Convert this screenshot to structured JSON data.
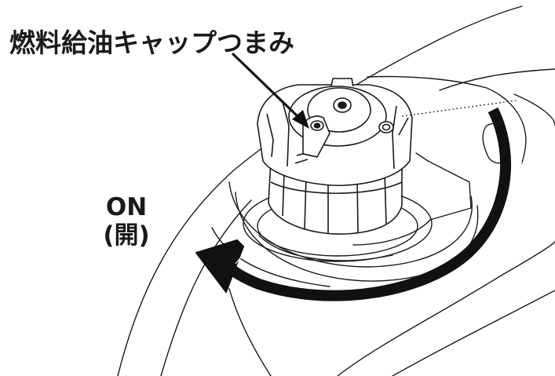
{
  "callout": {
    "label": "燃料給油キャップつまみ"
  },
  "rotation": {
    "state_label": "ON",
    "state_sub_label": "(開)"
  },
  "colors": {
    "line": "#1a1a1a",
    "fill": "#ffffff",
    "arrow": "#111111"
  }
}
